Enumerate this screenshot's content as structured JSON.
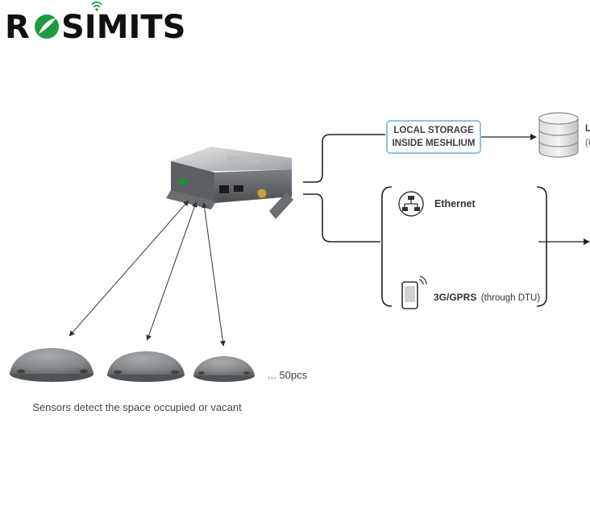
{
  "logo": {
    "text_left": "R",
    "text_right": "SIMITS",
    "colors": {
      "dark": "#111111",
      "green": "#1f9a3e"
    }
  },
  "storage_box": {
    "line1": "LOCAL STORAGE",
    "line2": "INSIDE MESHLIUM",
    "border_color": "#8fc3e0"
  },
  "database": {
    "label_line1": "L",
    "label_line2": "(I"
  },
  "connections": {
    "ethernet_label": "Ethernet",
    "gprs_label_main": "3G/GPRS",
    "gprs_label_note": "(through DTU)"
  },
  "sensors": {
    "count_label": "... 50pcs",
    "caption": "Sensors detect the space occupied or vacant"
  },
  "icons": {
    "gateway": "meshlium-gateway-device",
    "database": "database-icon",
    "ethernet": "ethernet-network-icon",
    "phone": "mobile-phone-icon",
    "sensor": "parking-sensor-disc"
  }
}
